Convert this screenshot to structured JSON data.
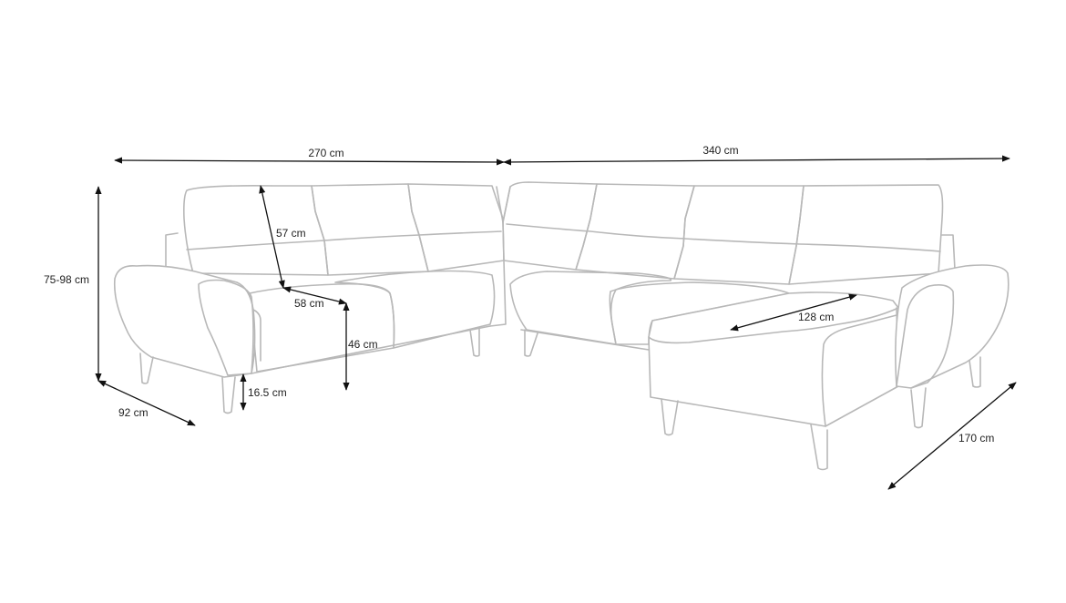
{
  "colors": {
    "background": "#ffffff",
    "outline": "#b8b8b8",
    "dimension": "#111111",
    "text": "#222222"
  },
  "dimensions": {
    "left_width": "270 cm",
    "right_width": "340 cm",
    "height": "75-98 cm",
    "back_height": "57 cm",
    "seat_depth": "58 cm",
    "seat_height": "46 cm",
    "leg_height": "16.5 cm",
    "depth": "92 cm",
    "chaise_width": "128 cm",
    "chaise_length": "170 cm"
  }
}
